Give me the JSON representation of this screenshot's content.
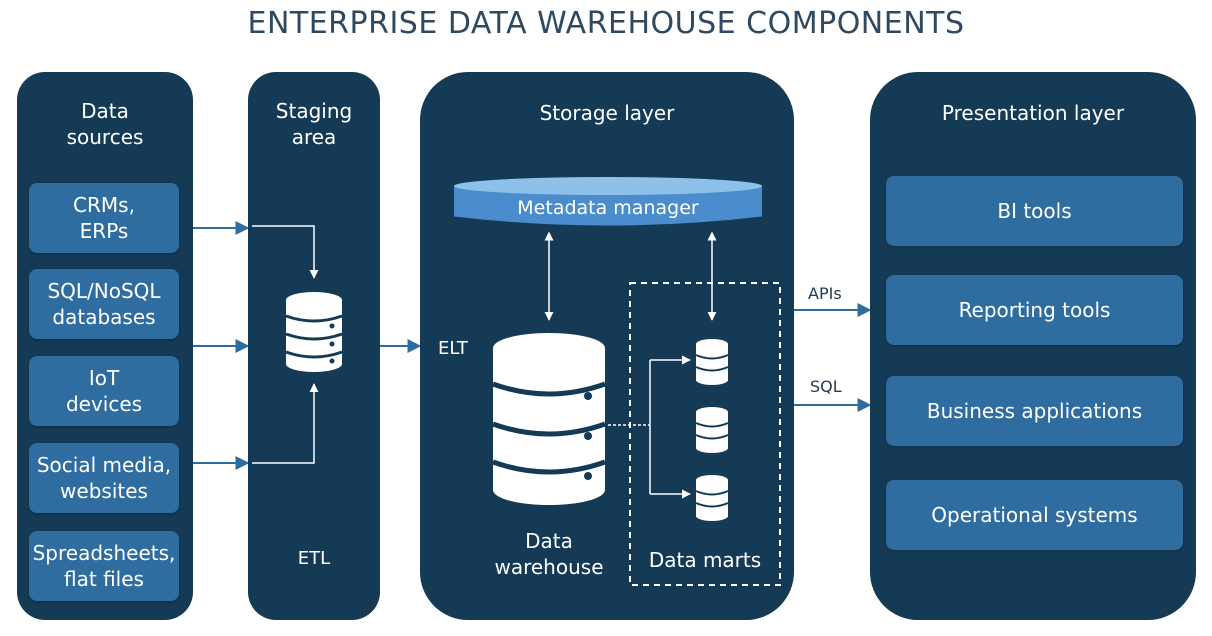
{
  "title": "ENTERPRISE DATA WAREHOUSE COMPONENTS",
  "sources": {
    "title": "Data\nsources",
    "items": [
      "CRMs,\nERPs",
      "SQL/NoSQL\ndatabases",
      "IoT\ndevices",
      "Social media,\nwebsites",
      "Spreadsheets,\nflat files"
    ]
  },
  "staging": {
    "title": "Staging\narea",
    "etl_label": "ETL"
  },
  "storage": {
    "title": "Storage layer",
    "metadata_label": "Metadata manager",
    "elt_label": "ELT",
    "warehouse_label": "Data\nwarehouse",
    "marts_label": "Data marts"
  },
  "presentation": {
    "title": "Presentation layer",
    "items": [
      "BI tools",
      "Reporting tools",
      "Business applications",
      "Operational systems"
    ]
  },
  "connectors": {
    "apis": "APIs",
    "sql": "SQL"
  },
  "colors": {
    "panel": "#143a55",
    "card": "#2f6da0",
    "metadata": "#5b9bd5",
    "arrow": "#2f6da0",
    "title": "#2f4a60"
  }
}
